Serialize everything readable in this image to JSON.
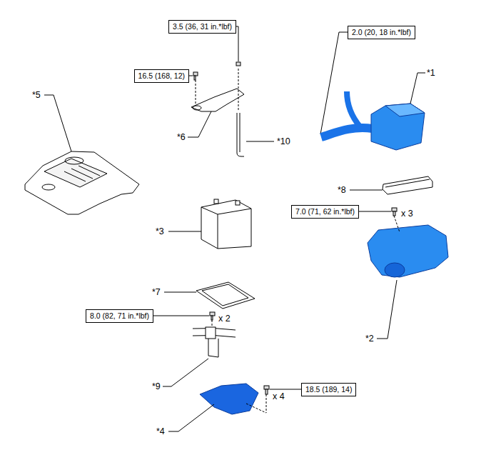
{
  "diagram": {
    "nodes": [
      {
        "text": [
          "3.5 (36, 31 in.*lbf)"
        ]
      },
      {
        "text": [
          "2.0 (20, 18 in.*lbf)"
        ]
      },
      {
        "text": [
          "16.5 (168, 12)"
        ]
      },
      {
        "text": [
          "7.0 (71, 62 in.*lbf)"
        ]
      },
      {
        "text": [
          "8.0 (82, 71 in.*lbf)"
        ]
      },
      {
        "text": [
          "18.5 (189, 14)"
        ]
      }
    ],
    "labels": [
      "*1",
      "*5",
      "*6",
      "*10",
      "*8",
      "*3",
      "x 3",
      "*2",
      "*7",
      "x 2",
      "*9",
      "*4",
      "x 4"
    ]
  }
}
